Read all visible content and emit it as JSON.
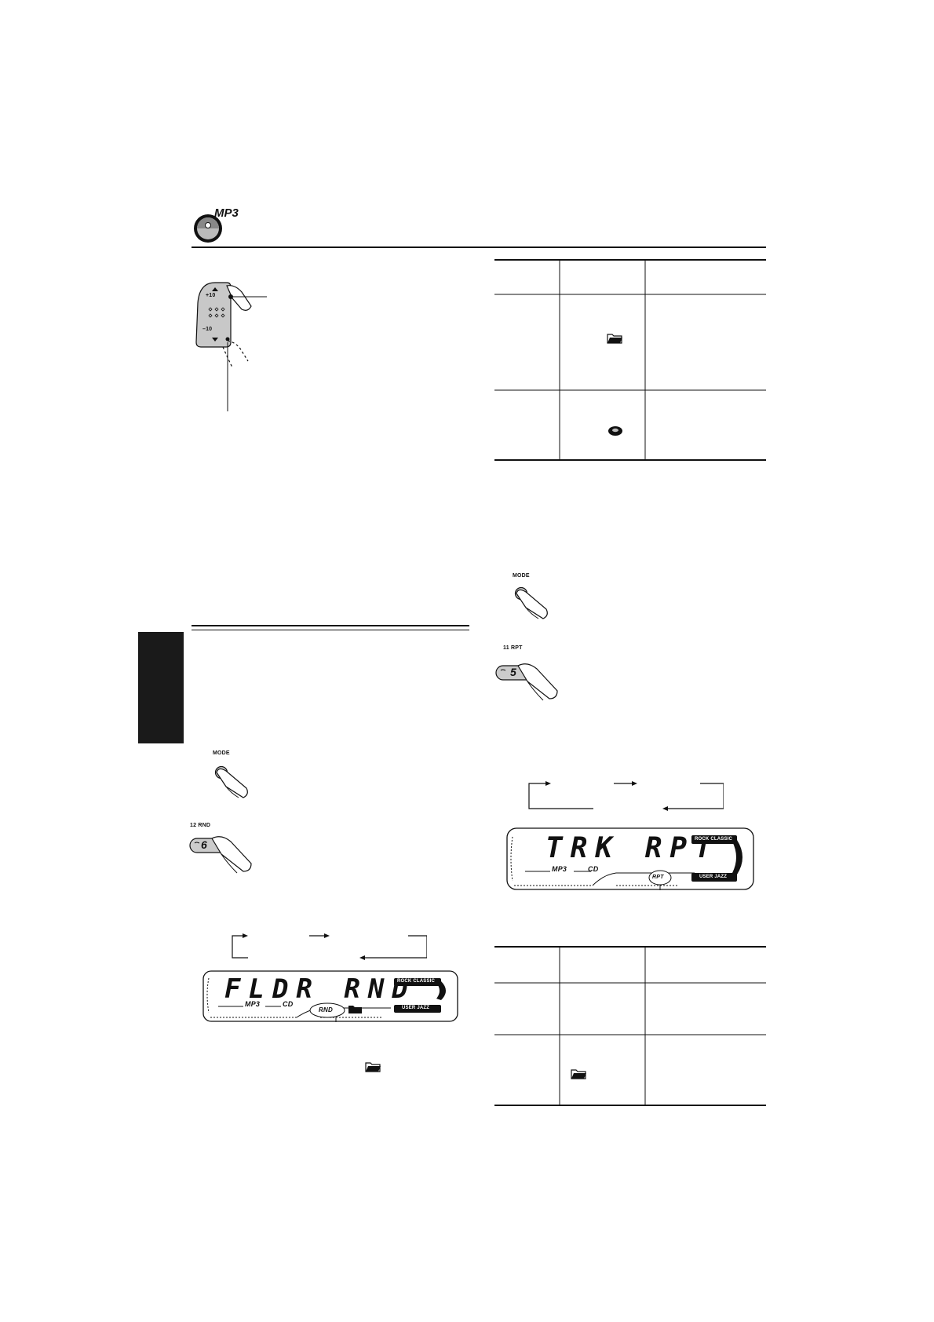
{
  "header": {
    "logo_text": "MP3"
  },
  "skip_control": {
    "plus_label": "+10",
    "minus_label": "–10"
  },
  "random_section": {
    "mode_label": "MODE",
    "rnd_label": "12 RND",
    "rnd_key": "6",
    "lcd": {
      "main_text": "FLDR RND",
      "eq_labels": [
        "ROCK CLASSIC",
        "USER JAZZ"
      ],
      "source_labels": [
        "MP3",
        "CD"
      ],
      "indicator": "RND"
    }
  },
  "repeat_section": {
    "mode_label": "MODE",
    "rpt_label": "11 RPT",
    "rpt_key": "5",
    "lcd": {
      "main_text": "TRK RPT",
      "eq_labels": [
        "ROCK CLASSIC",
        "USER JAZZ"
      ],
      "source_labels": [
        "MP3",
        "CD"
      ],
      "indicator": "RPT"
    }
  },
  "icons": [
    "folder-icon",
    "disc-icon",
    "finger-press-icon"
  ]
}
